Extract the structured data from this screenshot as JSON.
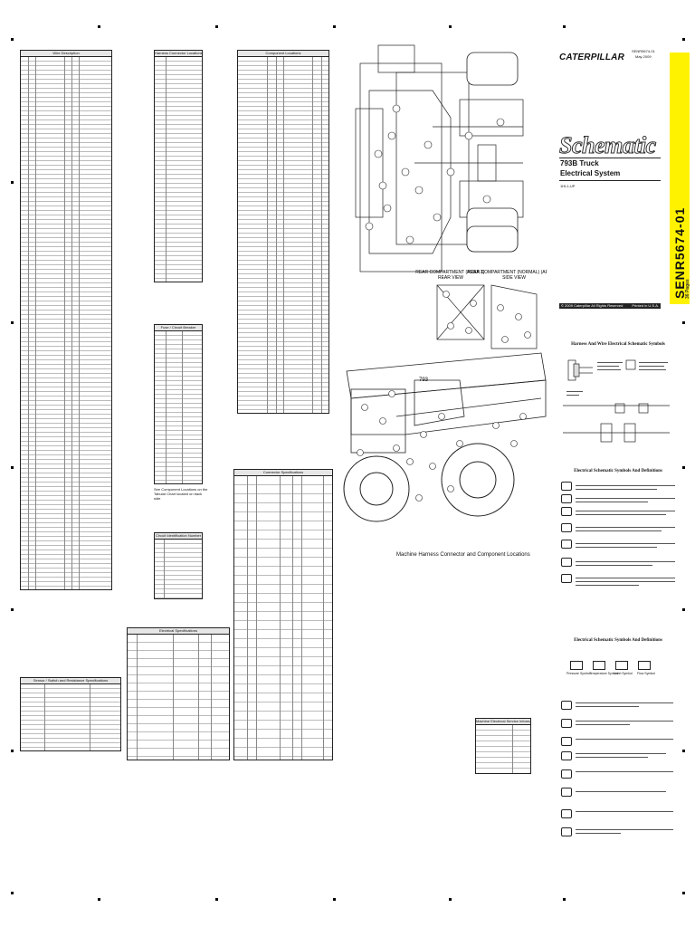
{
  "header": {
    "brand": "CATERPILLAR",
    "doc_number": "SENR5674-01",
    "doc_date": "May 2009",
    "title": "Schematic",
    "model": "793B Truck",
    "system": "Electrical System",
    "serial": "1HL1-UP",
    "side_code": "SENR5674-01",
    "side_sub": "36 Pages",
    "note_bar": "© 2009 Caterpillar  All Rights Reserved",
    "note_bar_right": "Printed in U.S.A."
  },
  "tables": {
    "wire_description": "Wire Description",
    "harness_connector": "Harness Connector Locations",
    "component_locations": "Component Locations",
    "fuse_locations": "Fuse / Circuit Breaker",
    "component_note": "See Component Locations on the Tabular Chart located on back side",
    "electrical_specs": "Electrical Specifications",
    "connector_specs": "Connector Specifications",
    "sensor_specs": "Sensor / Switch and Resistance Specifications",
    "circuit_id": "Circuit Identification Number",
    "machine_specs": "Machine Electrical Service Information"
  },
  "diagram": {
    "rear_view_label": "REAR COMPARTMENT (AREA 3)\nREAR VIEW",
    "side_view_label": "REAR COMPARTMENT (NORMAL) (AREA 3)\nSIDE VIEW",
    "caption": "Machine Harness Connector and Component Locations",
    "truck_label": "793"
  },
  "symbols": {
    "section1_title": "Harness And Wire Electrical Schematic Symbols",
    "section2_title": "Electrical Schematic Symbols And Definitions",
    "section3_title": "Electrical Schematic Symbols And Definitions",
    "pressure": "Pressure Symbol",
    "temperature": "Temperature Symbol",
    "level": "Level Symbol",
    "flow": "Flow Symbol"
  }
}
